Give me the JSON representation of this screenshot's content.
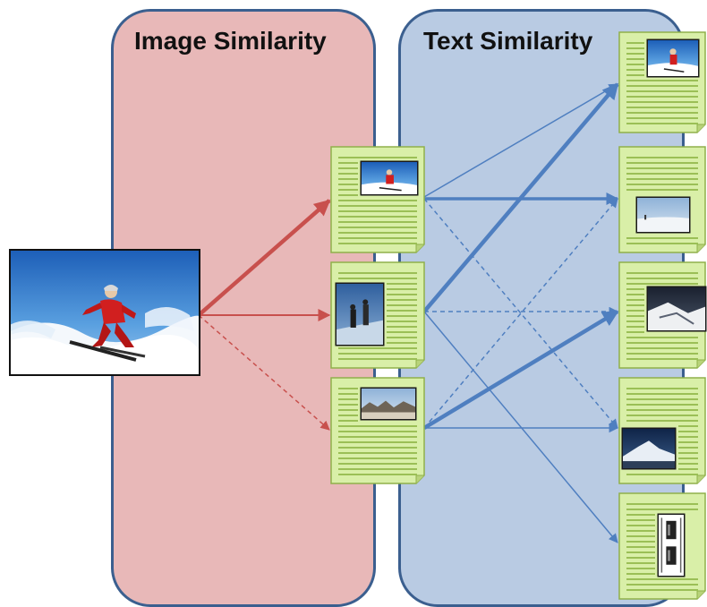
{
  "panels": {
    "image_title": "Image Similarity",
    "text_title": "Text Similarity"
  },
  "colors": {
    "image_panel_fill": "#e8b8b8",
    "text_panel_fill": "#b9cbe3",
    "panel_border": "#3b5f8f",
    "image_arrow": "#c8504d",
    "text_arrow": "#4f7fc0",
    "document_fill": "#d9efa8",
    "document_border": "#8fb04a",
    "text_line": "#9bbf56"
  },
  "icons": {
    "query": "skier-photo",
    "documents_middle": [
      "skier-thumbnail",
      "hikers-thumbnail",
      "rocky-landscape-thumbnail"
    ],
    "documents_right": [
      "skier-thumbnail",
      "snowfield-thumbnail",
      "snowy-mountain-thumbnail",
      "snowy-peak-thumbnail",
      "ski-boots-thumbnail"
    ]
  }
}
